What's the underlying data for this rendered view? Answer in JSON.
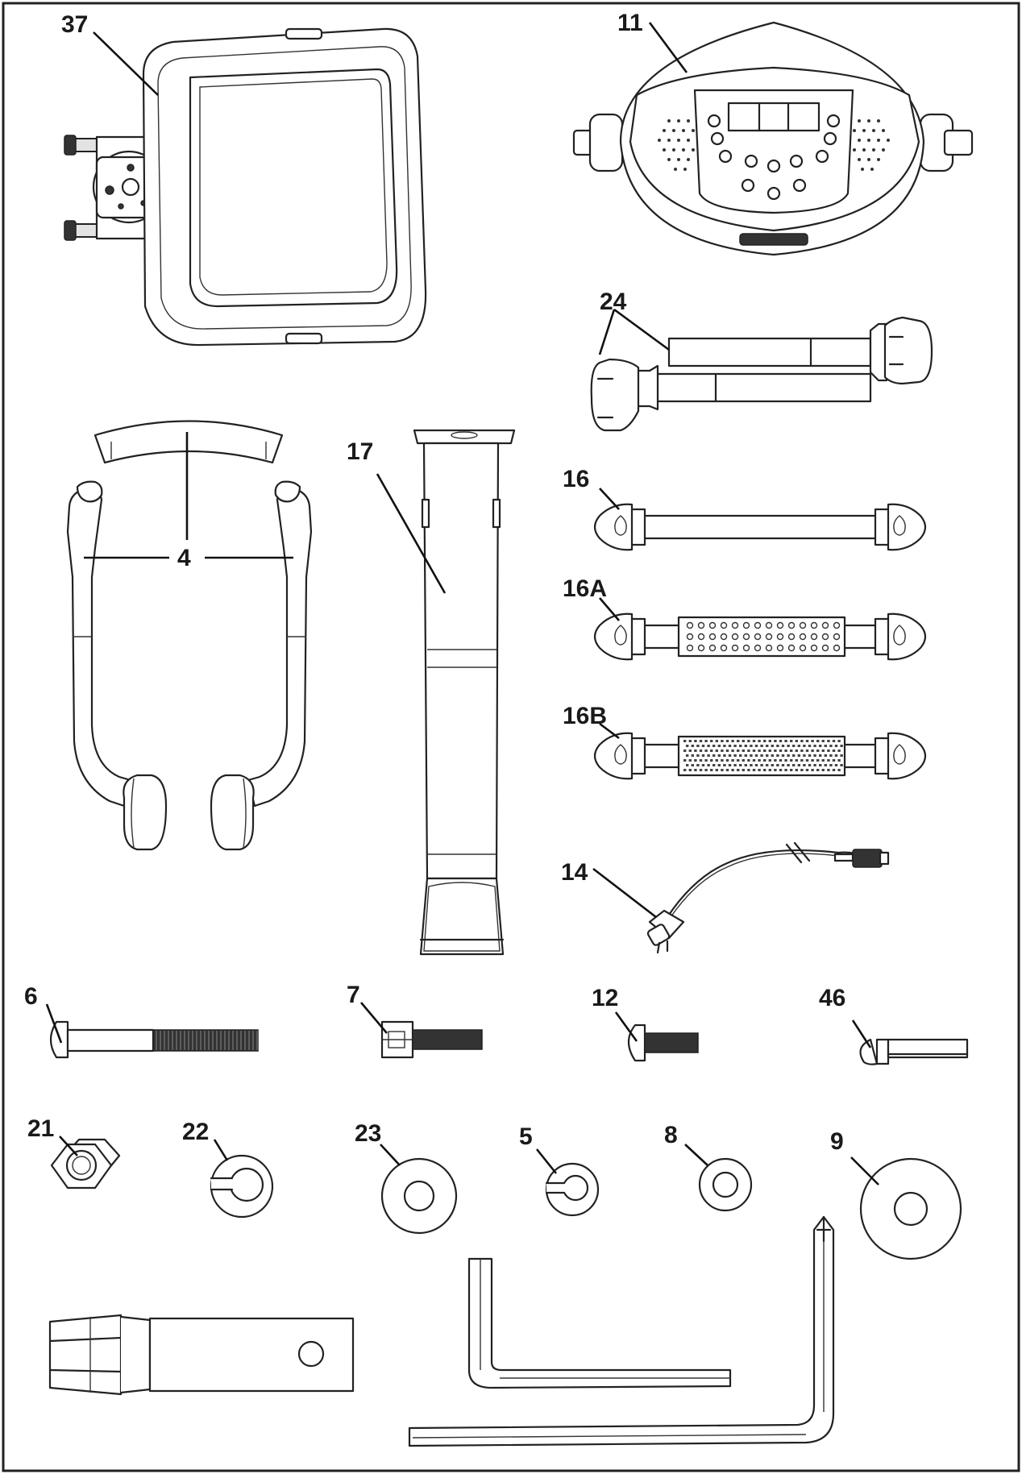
{
  "parts": [
    {
      "id": "37",
      "label": "37",
      "icon": "seat-platform-icon"
    },
    {
      "id": "11",
      "label": "11",
      "icon": "console-computer-icon"
    },
    {
      "id": "24",
      "label": "24",
      "icon": "handle-bar-pair-icon"
    },
    {
      "id": "4",
      "label": "4",
      "icon": "handlebar-frame-icon"
    },
    {
      "id": "17",
      "label": "17",
      "icon": "upright-post-icon"
    },
    {
      "id": "16",
      "label": "16",
      "icon": "grip-bar-icon"
    },
    {
      "id": "16A",
      "label": "16A",
      "icon": "grip-bar-dotted-icon"
    },
    {
      "id": "16B",
      "label": "16B",
      "icon": "grip-bar-mesh-icon"
    },
    {
      "id": "14",
      "label": "14",
      "icon": "power-cord-icon"
    },
    {
      "id": "6",
      "label": "6",
      "icon": "long-bolt-icon"
    },
    {
      "id": "7",
      "label": "7",
      "icon": "hex-socket-bolt-icon"
    },
    {
      "id": "12",
      "label": "12",
      "icon": "short-bolt-icon"
    },
    {
      "id": "46",
      "label": "46",
      "icon": "knob-pin-icon"
    },
    {
      "id": "21",
      "label": "21",
      "icon": "hex-nut-icon"
    },
    {
      "id": "22",
      "label": "22",
      "icon": "split-washer-icon"
    },
    {
      "id": "23",
      "label": "23",
      "icon": "flat-washer-icon"
    },
    {
      "id": "5",
      "label": "5",
      "icon": "small-split-washer-icon"
    },
    {
      "id": "8",
      "label": "8",
      "icon": "small-washer-icon"
    },
    {
      "id": "9",
      "label": "9",
      "icon": "large-washer-icon"
    }
  ],
  "tools": [
    {
      "icon": "socket-wrench-icon"
    },
    {
      "icon": "allen-key-icon"
    },
    {
      "icon": "screwdriver-allen-key-icon"
    }
  ]
}
